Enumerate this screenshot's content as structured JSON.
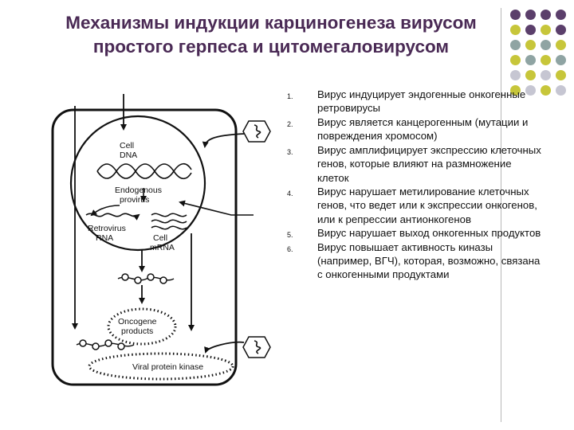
{
  "title": "Механизмы индукции карциногенеза вирусом простого герпеса и цитомегаловирусом",
  "diagram": {
    "labels": {
      "cell_dna_1": "Cell",
      "cell_dna_2": "DNA",
      "endogenous_1": "Endogenous",
      "endogenous_2": "provirus",
      "retrovirus_1": "Retrovirus",
      "retrovirus_2": "RNA",
      "cell_mrna_1": "Cell",
      "cell_mrna_2": "mRNA",
      "oncogene_1": "Oncogene",
      "oncogene_2": "products",
      "viral_kinase": "Viral protein kinase"
    }
  },
  "list": [
    {
      "num": "1.",
      "text": "Вирус индуцирует эндогенные онкогенные ретровирусы"
    },
    {
      "num": "2.",
      "text": "Вирус является канцерогенным (мутации и повреждения хромосом)"
    },
    {
      "num": "3.",
      "text": "Вирус амплифицирует экспрессию клеточных генов, которые влияют на размножение клеток"
    },
    {
      "num": "4.",
      "text": "Вирус нарушает метилирование клеточных генов,  что ведет или к экспрессии онкогенов, или к репрессии антионкогенов"
    },
    {
      "num": "5.",
      "text": "Вирус нарушает выход онкогенных продуктов"
    },
    {
      "num": "6.",
      "text": "Вирус повышает активность киназы (например, ВГЧ), которая, возможно, связана с онкогенными продуктами"
    }
  ],
  "colors": {
    "title": "#4a2a55",
    "dot_purple": "#5b3f6b",
    "dot_olive": "#c7c63a",
    "dot_teal": "#8fa4a3",
    "dot_grey": "#c6c6d2"
  }
}
